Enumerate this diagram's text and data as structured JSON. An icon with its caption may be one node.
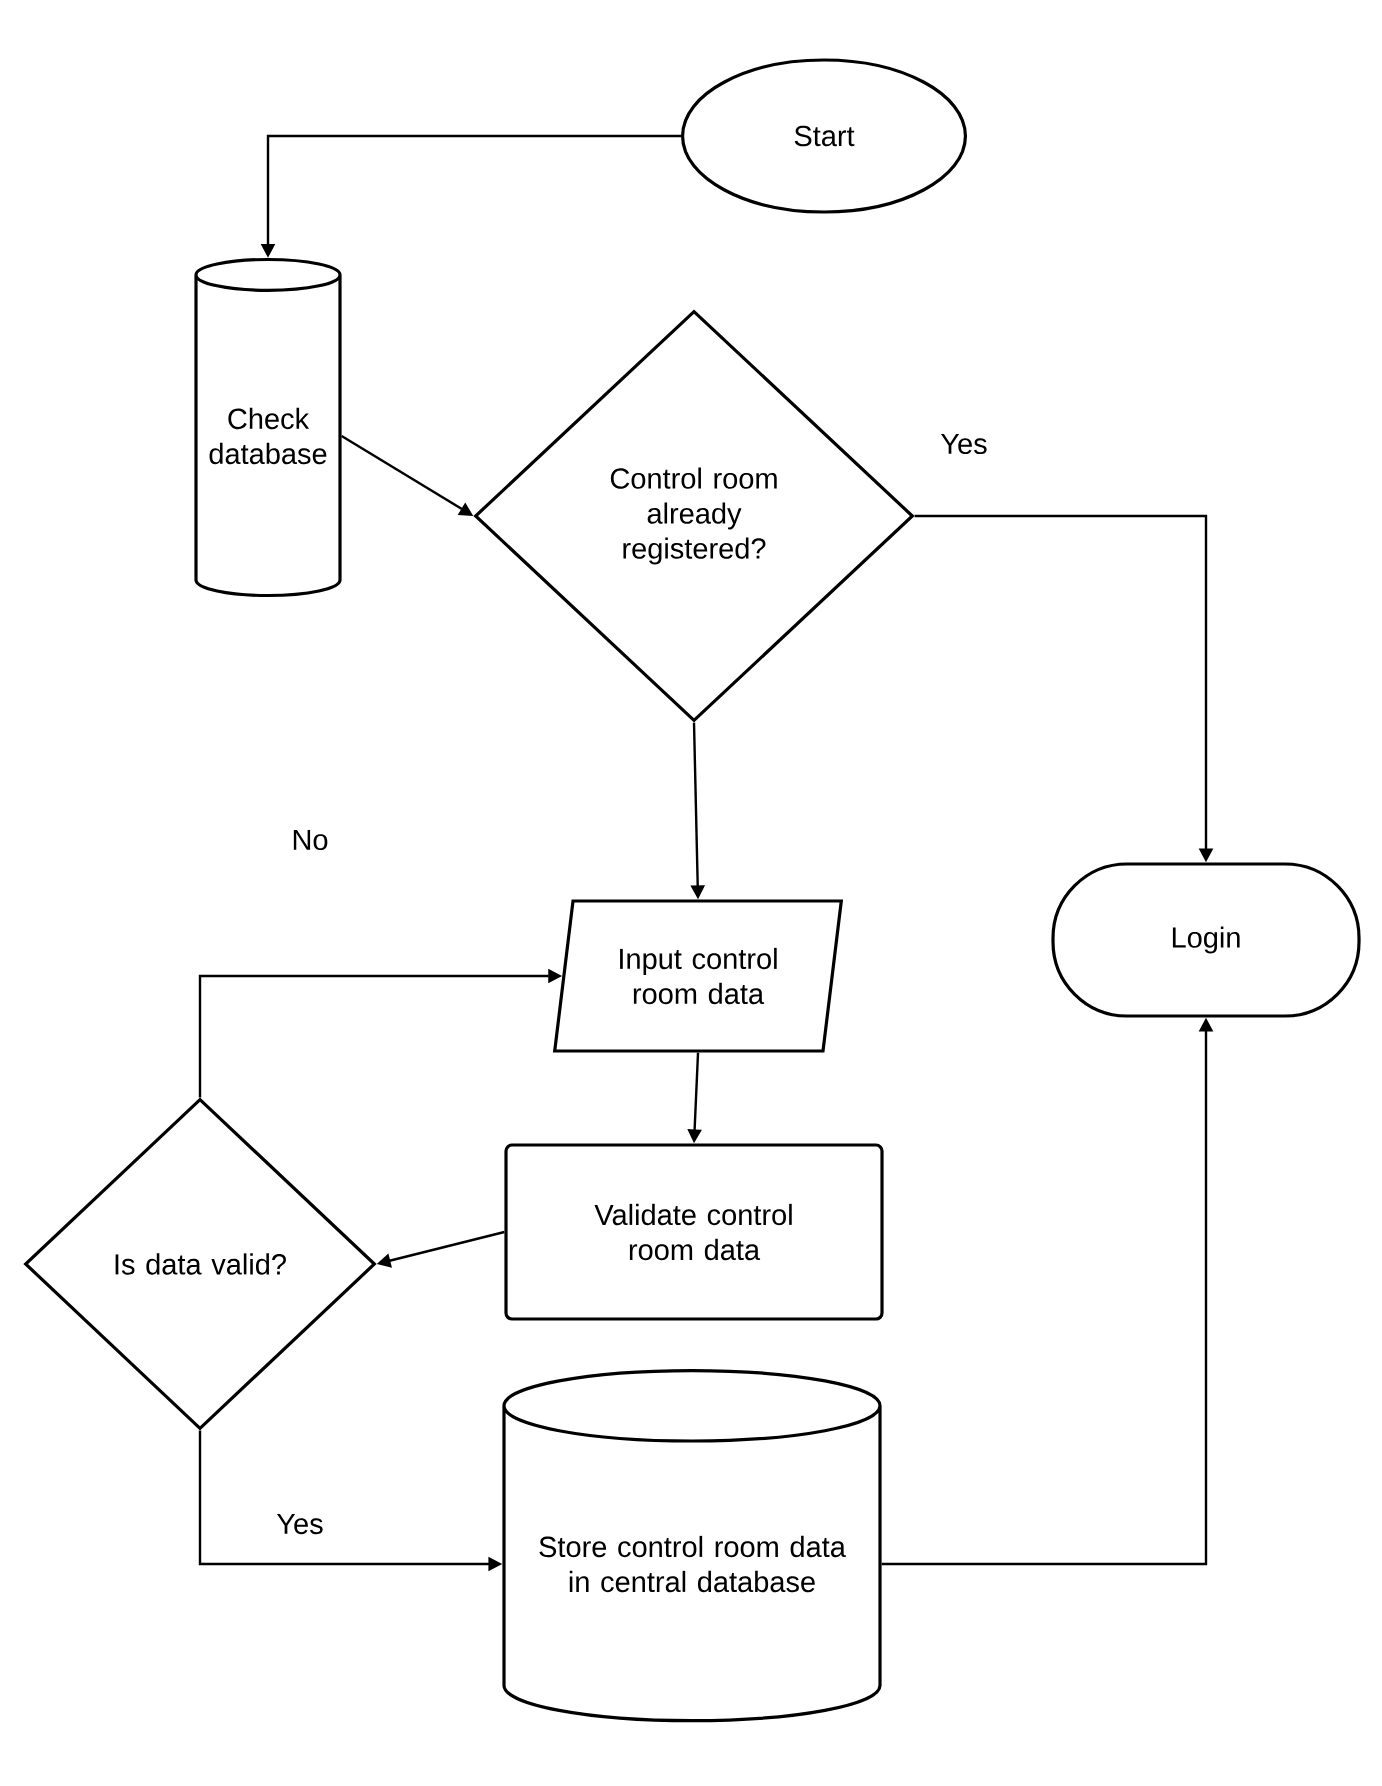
{
  "diagram": {
    "nodes": [
      {
        "text": [
          "Start"
        ]
      },
      {
        "text": [
          "Check database"
        ]
      },
      {
        "text": [
          "Control room already registered?"
        ]
      },
      {
        "text": [
          "Input control room data"
        ]
      },
      {
        "text": [
          "Login"
        ]
      },
      {
        "text": [
          "Validate control room data"
        ]
      },
      {
        "text": [
          "Is data valid?"
        ]
      },
      {
        "text": [
          "Store control room data in central database"
        ]
      }
    ],
    "edges": [
      {
        "from": 0,
        "to": 1,
        "arrow": "to"
      },
      {
        "from": 1,
        "to": 2,
        "arrow": "to"
      },
      {
        "from": 2,
        "to": 4,
        "arrow": "to",
        "label": "Yes"
      },
      {
        "from": 2,
        "to": 3,
        "arrow": "to"
      },
      {
        "from": 3,
        "to": 5,
        "arrow": "to"
      },
      {
        "from": 5,
        "to": 6,
        "arrow": "to"
      },
      {
        "from": 6,
        "to": 3,
        "arrow": "to",
        "label": "No"
      },
      {
        "from": 6,
        "to": 7,
        "arrow": "to",
        "label": "Yes"
      },
      {
        "from": 7,
        "to": 4,
        "arrow": "to"
      }
    ]
  }
}
